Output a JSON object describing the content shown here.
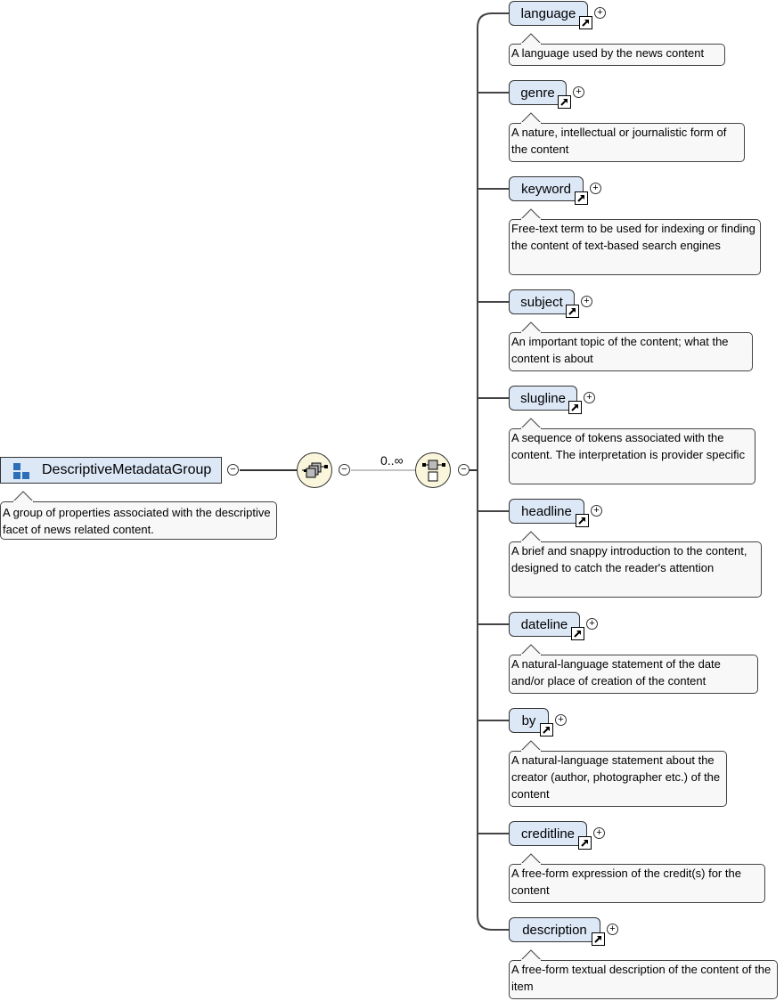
{
  "root": {
    "name": "DescriptiveMetadataGroup",
    "icon": "group-icon",
    "collapse_symbol": "−",
    "annotation": "A group of properties associated with the descriptive facet of news related content."
  },
  "compositors": {
    "first": {
      "icon": "all-compositor-icon",
      "collapse_symbol": "−"
    },
    "second": {
      "icon": "sequence-compositor-icon",
      "collapse_symbol": "−",
      "occurrence": "0..∞"
    }
  },
  "elements": [
    {
      "name": "language",
      "expand_symbol": "+",
      "link_icon": "reference-arrow-icon",
      "annotation": "A language used by the news content"
    },
    {
      "name": "genre",
      "expand_symbol": "+",
      "link_icon": "reference-arrow-icon",
      "annotation": "A nature, intellectual or journalistic form of the content"
    },
    {
      "name": "keyword",
      "expand_symbol": "+",
      "link_icon": "reference-arrow-icon",
      "annotation": "Free-text term to be used for indexing or finding the content of text-based search engines"
    },
    {
      "name": "subject",
      "expand_symbol": "+",
      "link_icon": "reference-arrow-icon",
      "annotation": "An important topic of the content; what the content is about"
    },
    {
      "name": "slugline",
      "expand_symbol": "+",
      "link_icon": "reference-arrow-icon",
      "annotation": "A sequence of tokens associated with the content. The interpretation is provider specific"
    },
    {
      "name": "headline",
      "expand_symbol": "+",
      "link_icon": "reference-arrow-icon",
      "annotation": "A brief and snappy introduction to the content, designed to catch the reader's attention"
    },
    {
      "name": "dateline",
      "expand_symbol": "+",
      "link_icon": "reference-arrow-icon",
      "annotation": "A natural-language statement of the date and/or place of creation of the content"
    },
    {
      "name": "by",
      "expand_symbol": "+",
      "link_icon": "reference-arrow-icon",
      "annotation": "A natural-language statement about the creator (author, photographer etc.) of the content"
    },
    {
      "name": "creditline",
      "expand_symbol": "+",
      "link_icon": "reference-arrow-icon",
      "annotation": "A free-form expression of the credit(s) for the content"
    },
    {
      "name": "description",
      "expand_symbol": "+",
      "link_icon": "reference-arrow-icon",
      "annotation": "A free-form textual description of the content of the item"
    }
  ]
}
